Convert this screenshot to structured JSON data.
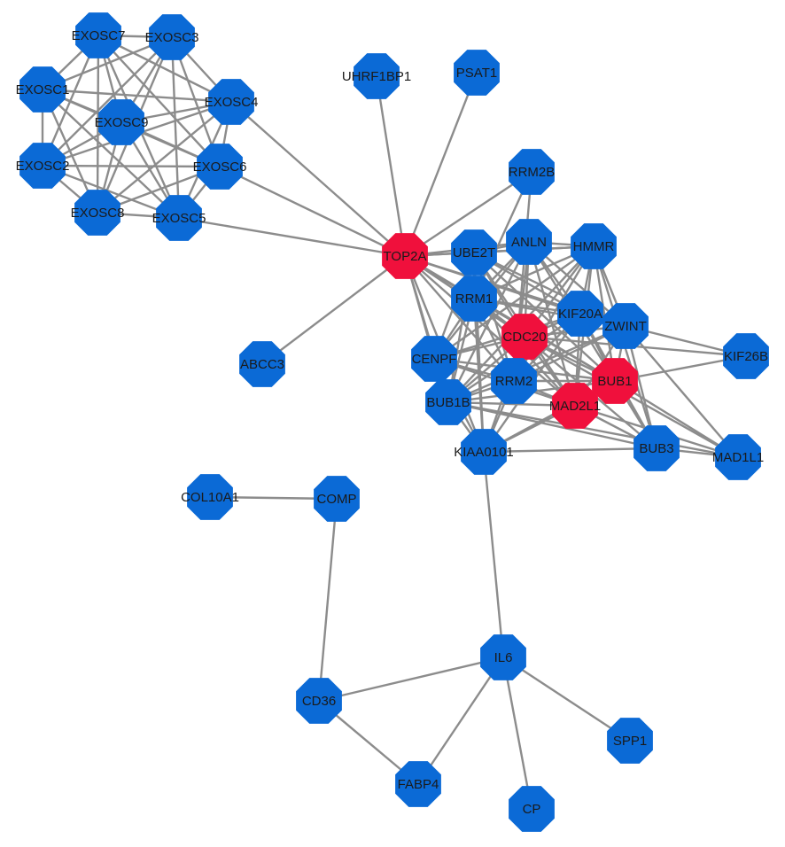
{
  "colors": {
    "node_default": "#0b6ad6",
    "node_highlight": "#f0103c",
    "edge": "#8c8c8c",
    "label": "#1a1a1a"
  },
  "nodes": [
    {
      "id": "EXOSC7",
      "label": "EXOSC7",
      "highlight": false
    },
    {
      "id": "EXOSC3",
      "label": "EXOSC3",
      "highlight": false
    },
    {
      "id": "EXOSC1",
      "label": "EXOSC1",
      "highlight": false
    },
    {
      "id": "EXOSC4",
      "label": "EXOSC4",
      "highlight": false
    },
    {
      "id": "EXOSC9",
      "label": "EXOSC9",
      "highlight": false
    },
    {
      "id": "EXOSC2",
      "label": "EXOSC2",
      "highlight": false
    },
    {
      "id": "EXOSC6",
      "label": "EXOSC6",
      "highlight": false
    },
    {
      "id": "EXOSC8",
      "label": "EXOSC8",
      "highlight": false
    },
    {
      "id": "EXOSC5",
      "label": "EXOSC5",
      "highlight": false
    },
    {
      "id": "UHRF1BP1",
      "label": "UHRF1BP1",
      "highlight": false
    },
    {
      "id": "PSAT1",
      "label": "PSAT1",
      "highlight": false
    },
    {
      "id": "RRM2B",
      "label": "RRM2B",
      "highlight": false
    },
    {
      "id": "TOP2A",
      "label": "TOP2A",
      "highlight": true
    },
    {
      "id": "UBE2T",
      "label": "UBE2T",
      "highlight": false
    },
    {
      "id": "ANLN",
      "label": "ANLN",
      "highlight": false
    },
    {
      "id": "HMMR",
      "label": "HMMR",
      "highlight": false
    },
    {
      "id": "RRM1",
      "label": "RRM1",
      "highlight": false
    },
    {
      "id": "KIF20A",
      "label": "KIF20A",
      "highlight": false
    },
    {
      "id": "ZWINT",
      "label": "ZWINT",
      "highlight": false
    },
    {
      "id": "CDC20",
      "label": "CDC20",
      "highlight": true
    },
    {
      "id": "KIF26B",
      "label": "KIF26B",
      "highlight": false
    },
    {
      "id": "ABCC3",
      "label": "ABCC3",
      "highlight": false
    },
    {
      "id": "CENPF",
      "label": "CENPF",
      "highlight": false
    },
    {
      "id": "RRM2",
      "label": "RRM2",
      "highlight": false
    },
    {
      "id": "BUB1",
      "label": "BUB1",
      "highlight": true
    },
    {
      "id": "BUB1B",
      "label": "BUB1B",
      "highlight": false
    },
    {
      "id": "MAD2L1",
      "label": "MAD2L1",
      "highlight": true
    },
    {
      "id": "KIAA0101",
      "label": "KIAA0101",
      "highlight": false
    },
    {
      "id": "BUB3",
      "label": "BUB3",
      "highlight": false
    },
    {
      "id": "MAD1L1",
      "label": "MAD1L1",
      "highlight": false
    },
    {
      "id": "COL10A1",
      "label": "COL10A1",
      "highlight": false
    },
    {
      "id": "COMP",
      "label": "COMP",
      "highlight": false
    },
    {
      "id": "IL6",
      "label": "IL6",
      "highlight": false
    },
    {
      "id": "CD36",
      "label": "CD36",
      "highlight": false
    },
    {
      "id": "SPP1",
      "label": "SPP1",
      "highlight": false
    },
    {
      "id": "FABP4",
      "label": "FABP4",
      "highlight": false
    },
    {
      "id": "CP",
      "label": "CP",
      "highlight": false
    }
  ],
  "edges": [
    [
      "EXOSC7",
      "EXOSC3"
    ],
    [
      "EXOSC7",
      "EXOSC1"
    ],
    [
      "EXOSC7",
      "EXOSC4"
    ],
    [
      "EXOSC7",
      "EXOSC9"
    ],
    [
      "EXOSC7",
      "EXOSC2"
    ],
    [
      "EXOSC7",
      "EXOSC6"
    ],
    [
      "EXOSC7",
      "EXOSC8"
    ],
    [
      "EXOSC7",
      "EXOSC5"
    ],
    [
      "EXOSC3",
      "EXOSC1"
    ],
    [
      "EXOSC3",
      "EXOSC4"
    ],
    [
      "EXOSC3",
      "EXOSC9"
    ],
    [
      "EXOSC3",
      "EXOSC2"
    ],
    [
      "EXOSC3",
      "EXOSC6"
    ],
    [
      "EXOSC3",
      "EXOSC8"
    ],
    [
      "EXOSC3",
      "EXOSC5"
    ],
    [
      "EXOSC1",
      "EXOSC4"
    ],
    [
      "EXOSC1",
      "EXOSC9"
    ],
    [
      "EXOSC1",
      "EXOSC2"
    ],
    [
      "EXOSC1",
      "EXOSC6"
    ],
    [
      "EXOSC1",
      "EXOSC8"
    ],
    [
      "EXOSC1",
      "EXOSC5"
    ],
    [
      "EXOSC4",
      "EXOSC9"
    ],
    [
      "EXOSC4",
      "EXOSC2"
    ],
    [
      "EXOSC4",
      "EXOSC6"
    ],
    [
      "EXOSC4",
      "EXOSC8"
    ],
    [
      "EXOSC4",
      "EXOSC5"
    ],
    [
      "EXOSC9",
      "EXOSC2"
    ],
    [
      "EXOSC9",
      "EXOSC6"
    ],
    [
      "EXOSC9",
      "EXOSC8"
    ],
    [
      "EXOSC9",
      "EXOSC5"
    ],
    [
      "EXOSC2",
      "EXOSC6"
    ],
    [
      "EXOSC2",
      "EXOSC8"
    ],
    [
      "EXOSC2",
      "EXOSC5"
    ],
    [
      "EXOSC6",
      "EXOSC8"
    ],
    [
      "EXOSC6",
      "EXOSC5"
    ],
    [
      "EXOSC8",
      "EXOSC5"
    ],
    [
      "EXOSC4",
      "TOP2A"
    ],
    [
      "EXOSC6",
      "TOP2A"
    ],
    [
      "EXOSC5",
      "TOP2A"
    ],
    [
      "UHRF1BP1",
      "TOP2A"
    ],
    [
      "PSAT1",
      "TOP2A"
    ],
    [
      "RRM2B",
      "TOP2A"
    ],
    [
      "ABCC3",
      "TOP2A"
    ],
    [
      "TOP2A",
      "UBE2T"
    ],
    [
      "TOP2A",
      "ANLN"
    ],
    [
      "TOP2A",
      "HMMR"
    ],
    [
      "TOP2A",
      "RRM1"
    ],
    [
      "TOP2A",
      "CDC20"
    ],
    [
      "TOP2A",
      "CENPF"
    ],
    [
      "TOP2A",
      "RRM2"
    ],
    [
      "TOP2A",
      "BUB1"
    ],
    [
      "TOP2A",
      "BUB1B"
    ],
    [
      "TOP2A",
      "MAD2L1"
    ],
    [
      "TOP2A",
      "KIAA0101"
    ],
    [
      "TOP2A",
      "KIF20A"
    ],
    [
      "TOP2A",
      "ZWINT"
    ],
    [
      "RRM2B",
      "RRM1"
    ],
    [
      "RRM2B",
      "RRM2"
    ],
    [
      "UBE2T",
      "ANLN"
    ],
    [
      "UBE2T",
      "HMMR"
    ],
    [
      "UBE2T",
      "RRM1"
    ],
    [
      "UBE2T",
      "CDC20"
    ],
    [
      "UBE2T",
      "CENPF"
    ],
    [
      "UBE2T",
      "RRM2"
    ],
    [
      "UBE2T",
      "BUB1"
    ],
    [
      "UBE2T",
      "BUB1B"
    ],
    [
      "UBE2T",
      "MAD2L1"
    ],
    [
      "UBE2T",
      "KIAA0101"
    ],
    [
      "UBE2T",
      "KIF20A"
    ],
    [
      "UBE2T",
      "ZWINT"
    ],
    [
      "ANLN",
      "HMMR"
    ],
    [
      "ANLN",
      "RRM1"
    ],
    [
      "ANLN",
      "CDC20"
    ],
    [
      "ANLN",
      "CENPF"
    ],
    [
      "ANLN",
      "RRM2"
    ],
    [
      "ANLN",
      "BUB1"
    ],
    [
      "ANLN",
      "BUB1B"
    ],
    [
      "ANLN",
      "MAD2L1"
    ],
    [
      "ANLN",
      "KIF20A"
    ],
    [
      "ANLN",
      "ZWINT"
    ],
    [
      "HMMR",
      "RRM1"
    ],
    [
      "HMMR",
      "CDC20"
    ],
    [
      "HMMR",
      "CENPF"
    ],
    [
      "HMMR",
      "RRM2"
    ],
    [
      "HMMR",
      "BUB1"
    ],
    [
      "HMMR",
      "BUB1B"
    ],
    [
      "HMMR",
      "MAD2L1"
    ],
    [
      "HMMR",
      "KIF20A"
    ],
    [
      "HMMR",
      "ZWINT"
    ],
    [
      "HMMR",
      "BUB3"
    ],
    [
      "RRM1",
      "CDC20"
    ],
    [
      "RRM1",
      "CENPF"
    ],
    [
      "RRM1",
      "RRM2"
    ],
    [
      "RRM1",
      "BUB1"
    ],
    [
      "RRM1",
      "BUB1B"
    ],
    [
      "RRM1",
      "MAD2L1"
    ],
    [
      "RRM1",
      "KIAA0101"
    ],
    [
      "RRM1",
      "KIF20A"
    ],
    [
      "RRM1",
      "ZWINT"
    ],
    [
      "KIF20A",
      "CDC20"
    ],
    [
      "KIF20A",
      "ZWINT"
    ],
    [
      "KIF20A",
      "BUB1"
    ],
    [
      "KIF20A",
      "MAD2L1"
    ],
    [
      "KIF20A",
      "CENPF"
    ],
    [
      "KIF20A",
      "RRM2"
    ],
    [
      "KIF20A",
      "BUB1B"
    ],
    [
      "KIF20A",
      "BUB3"
    ],
    [
      "KIF20A",
      "KIAA0101"
    ],
    [
      "ZWINT",
      "CDC20"
    ],
    [
      "ZWINT",
      "BUB1"
    ],
    [
      "ZWINT",
      "MAD2L1"
    ],
    [
      "ZWINT",
      "KIF26B"
    ],
    [
      "ZWINT",
      "BUB3"
    ],
    [
      "ZWINT",
      "MAD1L1"
    ],
    [
      "ZWINT",
      "RRM2"
    ],
    [
      "ZWINT",
      "BUB1B"
    ],
    [
      "CDC20",
      "CENPF"
    ],
    [
      "CDC20",
      "RRM2"
    ],
    [
      "CDC20",
      "BUB1"
    ],
    [
      "CDC20",
      "BUB1B"
    ],
    [
      "CDC20",
      "MAD2L1"
    ],
    [
      "CDC20",
      "KIAA0101"
    ],
    [
      "CDC20",
      "BUB3"
    ],
    [
      "CDC20",
      "MAD1L1"
    ],
    [
      "CDC20",
      "KIF26B"
    ],
    [
      "CENPF",
      "RRM2"
    ],
    [
      "CENPF",
      "BUB1"
    ],
    [
      "CENPF",
      "BUB1B"
    ],
    [
      "CENPF",
      "MAD2L1"
    ],
    [
      "CENPF",
      "KIAA0101"
    ],
    [
      "RRM2",
      "BUB1"
    ],
    [
      "RRM2",
      "BUB1B"
    ],
    [
      "RRM2",
      "MAD2L1"
    ],
    [
      "RRM2",
      "KIAA0101"
    ],
    [
      "BUB1",
      "BUB1B"
    ],
    [
      "BUB1",
      "MAD2L1"
    ],
    [
      "BUB1",
      "KIAA0101"
    ],
    [
      "BUB1",
      "BUB3"
    ],
    [
      "BUB1",
      "MAD1L1"
    ],
    [
      "BUB1",
      "KIF26B"
    ],
    [
      "BUB1B",
      "MAD2L1"
    ],
    [
      "BUB1B",
      "KIAA0101"
    ],
    [
      "BUB1B",
      "BUB3"
    ],
    [
      "BUB1B",
      "MAD1L1"
    ],
    [
      "MAD2L1",
      "KIAA0101"
    ],
    [
      "MAD2L1",
      "BUB3"
    ],
    [
      "MAD2L1",
      "MAD1L1"
    ],
    [
      "KIAA0101",
      "BUB3"
    ],
    [
      "KIAA0101",
      "IL6"
    ],
    [
      "BUB3",
      "MAD1L1"
    ],
    [
      "COL10A1",
      "COMP"
    ],
    [
      "COMP",
      "CD36"
    ],
    [
      "IL6",
      "CD36"
    ],
    [
      "IL6",
      "FABP4"
    ],
    [
      "IL6",
      "CP"
    ],
    [
      "IL6",
      "SPP1"
    ],
    [
      "CD36",
      "FABP4"
    ]
  ]
}
